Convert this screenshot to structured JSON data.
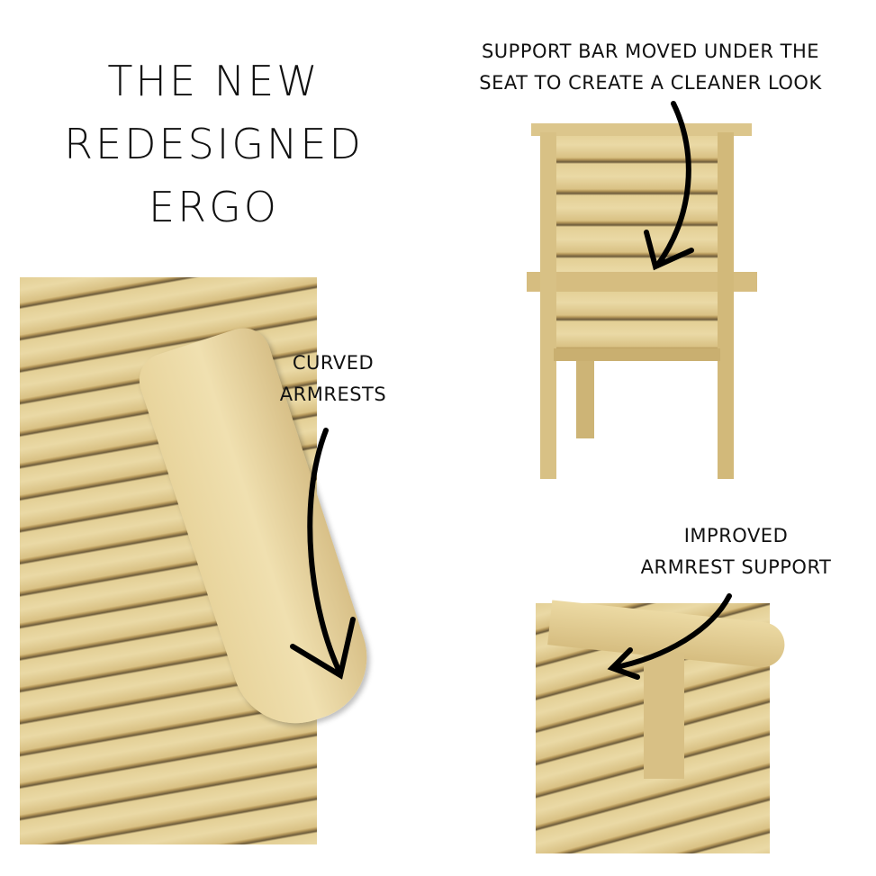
{
  "title": {
    "lines": [
      "THE NEW",
      "REDESIGNED",
      "ERGO"
    ]
  },
  "captions": {
    "support_bar": [
      "SUPPORT BAR MOVED UNDER THE",
      "SEAT TO CREATE A CLEANER LOOK"
    ],
    "curved_armrests": [
      "CURVED",
      "ARMRESTS"
    ],
    "armrest_support": [
      "IMPROVED",
      "ARMREST SUPPORT"
    ]
  },
  "colors": {
    "wood_light": "#ead9a5",
    "wood_mid": "#d9c184",
    "wood_dark": "#6b5a3a",
    "text": "#111111"
  }
}
